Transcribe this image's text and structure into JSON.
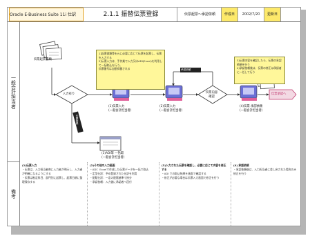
{
  "header": {
    "product": "Oracle E-Business Suite 11i 仕訳",
    "title": "2.1.1 振替伝票登録",
    "process": "伝票起票～承認依頼",
    "created_label": "作成日",
    "created_date": "2002/7/20",
    "updated_label": "更新日",
    "updated_date": ""
  },
  "lanes": {
    "main": "一般会計担当者",
    "notes": "備考"
  },
  "diagram": {
    "start_label": "伝票起票書類",
    "decision1": "入力有り",
    "step1": "(1)伝票入力\n(一般会計担当者)",
    "step2": "(2)伝票入力\n(一般会計担当者)",
    "decision2": "伝票内容\n確認",
    "step3": "(4)伝票 承認依頼\n(一般会計担当者)",
    "flow_label_top": "承認依頼",
    "flow_label_side": "伝票登録",
    "step_mid": "(3)ADI等 一括取\n(一般会計担当者)",
    "end_label": "伝票承認へ",
    "callout1": "1)起票書類等を元に必要に応じて伝票を起票し、伝票を入力する\n2)伝票入力は、手作業で入力又はADI(Excel)を利用して一括取込を行う。\n伝票番号は自動採番される",
    "callout2": "3)伝票内容を確認したら、伝票の承認依頼を行う\n4)承認依頼後は、伝票の修正は承認者に一任して行う"
  },
  "notes": [
    {
      "title": "(1)伝票入力",
      "body": "・伝票は、入力担当者毎に入力者が明示し、入力者が明確になるようにする\n・伝票は勘定科目、部門別に起票し、起票日順に整理保存する"
    },
    {
      "title": "(2)その他の入力画面",
      "body": "・ADI：Excelで作成した伝票データを一括で取込\n・定型仕訳：予め登録された仕訳を利用\n・配賦仕訳：一定の配賦基準で按分\n・承認依頼：入力後に承認者へ回付"
    },
    {
      "title": "(3)入力された伝票を確認し、必要に応じて内容を修正する",
      "body": "・ADI での取込結果を画面で確認する\n・修正が必要な場合は伝票入力画面で修正を行う"
    },
    {
      "title": "(4) 承認依頼",
      "body": "・承認依頼後は、入力担当者に差し戻された場合のみ修正を行う"
    }
  ]
}
